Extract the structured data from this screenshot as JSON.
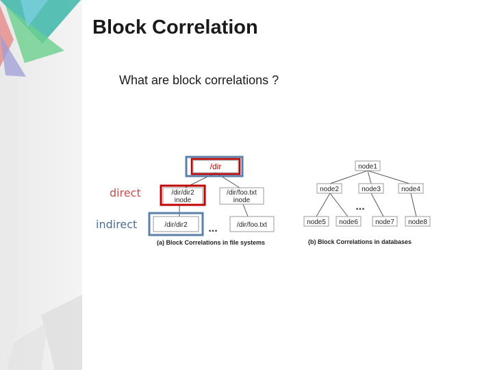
{
  "slide": {
    "title": "Block Correlation",
    "question": "What are block correlations ?"
  },
  "labels": {
    "direct": "direct",
    "indirect": "indirect"
  },
  "file_system_tree": {
    "root": "/dir",
    "dir2": [
      "/dir/dir2",
      "inode"
    ],
    "foo": [
      "/dir/foo.txt",
      "inode"
    ],
    "dir2_child": "/dir/dir2",
    "foo_child": "/dir/foo.txt",
    "ellipsis": "...",
    "caption": "(a) Block Correlations in file systems"
  },
  "database_tree": {
    "node1": "node1",
    "node2": "node2",
    "node3": "node3",
    "node4": "node4",
    "node5": "node5",
    "node6": "node6",
    "node7": "node7",
    "node8": "node8",
    "ellipsis": "...",
    "caption": "(b) Block Correlations in databases"
  },
  "colors": {
    "direct_highlight": "#c00000",
    "indirect_highlight": "#5a7fa8",
    "deco_teal": "#3cb6a8",
    "deco_green": "#6ccf8e",
    "deco_pink": "#e78a8a",
    "deco_purple": "#9e9ed6"
  }
}
